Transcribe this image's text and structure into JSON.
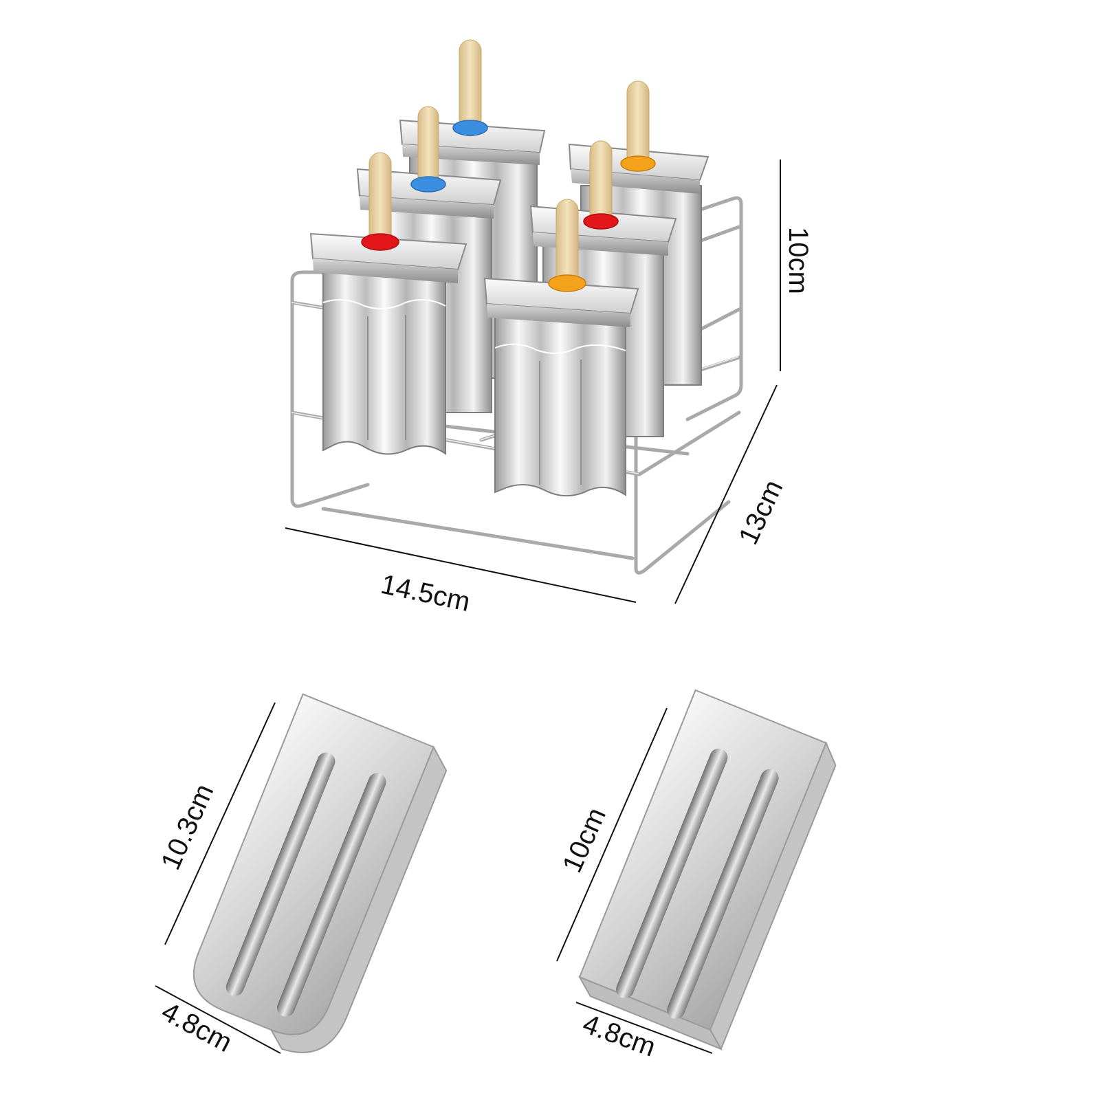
{
  "product": {
    "dimensions": {
      "rack_width": "14.5cm",
      "rack_depth": "13cm",
      "rack_height": "10cm",
      "rounded_mold_length": "10.3cm",
      "rounded_mold_width": "4.8cm",
      "square_mold_length": "10cm",
      "square_mold_width": "4.8cm"
    },
    "colors": {
      "steel_light": "#f4f4f4",
      "steel_mid": "#c9c9c9",
      "steel_dark": "#8d8d8d",
      "stick": "#e9d3a8",
      "ring_blue": "#3c8fe0",
      "ring_orange": "#f4a21b",
      "ring_red": "#e3171b",
      "line": "#111111"
    }
  }
}
